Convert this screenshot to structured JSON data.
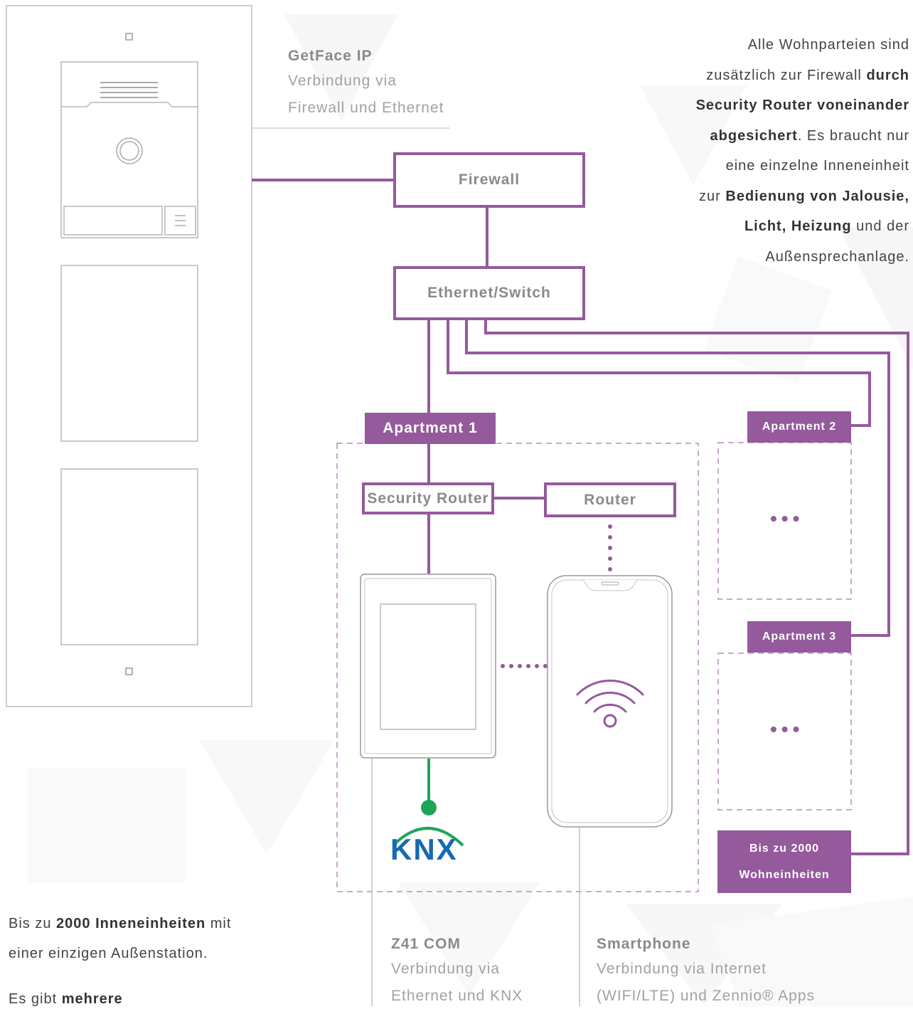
{
  "colors": {
    "accent": "#945a9c",
    "knx_green": "#1ea55a",
    "knx_blue": "#1669b3",
    "gray_text": "#8a8a8a"
  },
  "getface": {
    "title": "GetFace IP",
    "line1": "Verbindung via",
    "line2": "Firewall und Ethernet"
  },
  "info_right": {
    "l1": "Alle Wohnparteien sind",
    "l2_pre": "zusätzlich zur Firewall ",
    "l2_bold": "durch",
    "l3_bold": "Security Router voneinander",
    "l4_bold": "abgesichert",
    "l4_post": ". Es braucht nur",
    "l5": "eine einzelne Inneneinheit",
    "l6_pre": "zur ",
    "l6_bold": "Bedienung von Jalousie,",
    "l7_bold": "Licht, Heizung",
    "l7_post": " und der",
    "l8": "Außensprechanlage."
  },
  "boxes": {
    "firewall": "Firewall",
    "switch": "Ethernet/Switch",
    "security_router": "Security Router",
    "router": "Router"
  },
  "apartments": {
    "a1": "Apartment 1",
    "a2": "Apartment 2",
    "a3": "Apartment 3",
    "more_l1": "Bis zu 2000",
    "more_l2": "Wohneinheiten",
    "ellipsis": "•••"
  },
  "knx": {
    "logo_text": "KNX",
    "dots": "••••••"
  },
  "z41": {
    "title": "Z41 COM",
    "line1": "Verbindung via",
    "line2": "Ethernet und KNX"
  },
  "smartphone": {
    "title": "Smartphone",
    "line1": "Verbindung via Internet",
    "line2": "(WIFI/LTE) und Zennio® Apps"
  },
  "info_bottom": {
    "l1_pre": "Bis zu ",
    "l1_bold": "2000 Inneneinheiten",
    "l1_post": " mit",
    "l2": "einer einzigen Außenstation.",
    "l3_pre": "Es gibt ",
    "l3_bold": "mehrere"
  }
}
